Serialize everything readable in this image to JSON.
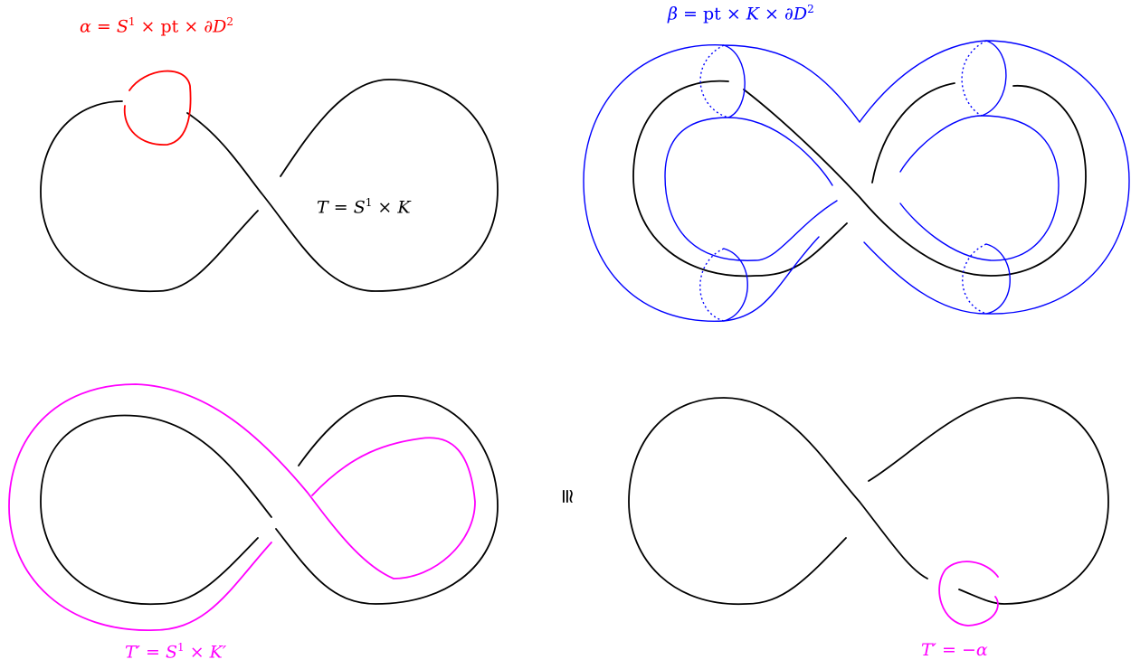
{
  "labels": {
    "alpha": {
      "lhs": "α",
      "eq": " = ",
      "s": "S",
      "s_exp": "1",
      "times1": " × ",
      "pt": "pt",
      "times2": " × ∂",
      "d": "D",
      "d_exp": "2"
    },
    "beta": {
      "lhs": "β",
      "eq": " = ",
      "pt": "pt",
      "times1": " × ",
      "k": "K",
      "times2": " × ∂",
      "d": "D",
      "d_exp": "2"
    },
    "T": {
      "lhs": "T",
      "eq": " = ",
      "s": "S",
      "s_exp": "1",
      "times": " × ",
      "k": "K"
    },
    "T_prime": {
      "lhs": "T′",
      "eq": " = ",
      "s": "S",
      "s_exp": "1",
      "times": " × ",
      "k": "K′"
    },
    "T_prime_neg": {
      "lhs": "T′",
      "eq": " = −",
      "rhs": "α"
    },
    "congruent": "≅"
  },
  "colors": {
    "knot": "#000000",
    "alpha": "#ff0000",
    "beta": "#0000ff",
    "t_prime": "#ff00ff"
  }
}
